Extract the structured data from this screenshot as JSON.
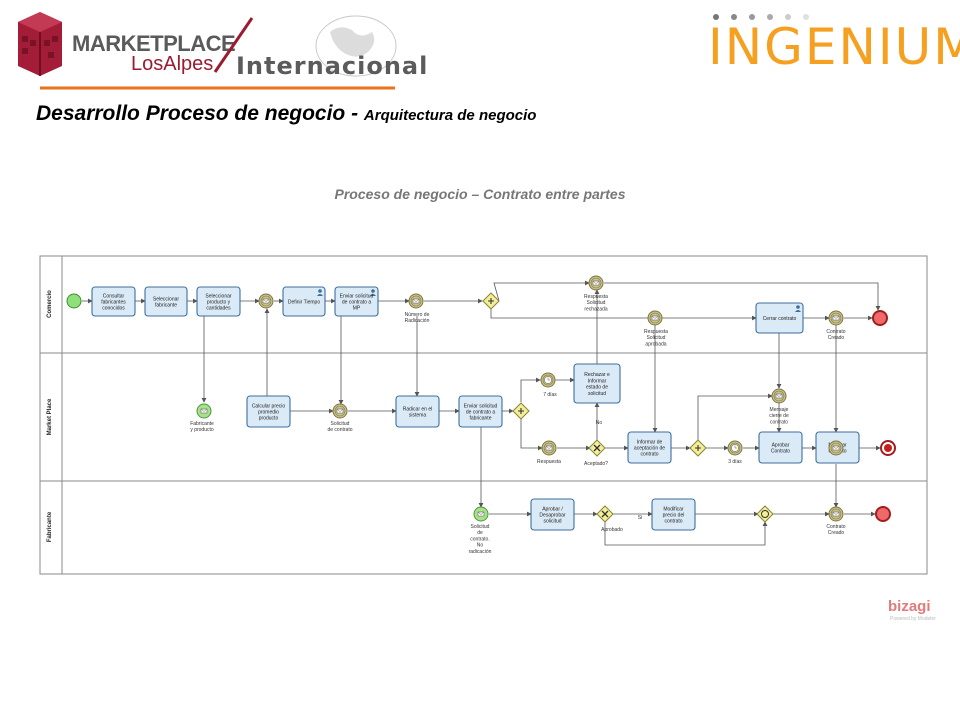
{
  "header": {
    "logo_left": {
      "line1": "MARKETPLACE",
      "line2": "LosAlpes",
      "tag": "Internacional"
    },
    "logo_right": {
      "word": "INGENIUM"
    }
  },
  "page": {
    "title": "Desarrollo Proceso de negocio - ",
    "title_sub": "Arquitectura  de negocio",
    "subtitle": "Proceso de negocio – Contrato entre partes"
  },
  "diagram": {
    "lanes": [
      "Comercio",
      "Market Place",
      "Fabricante"
    ],
    "tasks": {
      "consultar": [
        "Consultar",
        "fabricantes",
        "conocidos"
      ],
      "seleccionar_fab": [
        "Seleccionar",
        "fabricante"
      ],
      "seleccionar_prod": [
        "Seleccionar",
        "producto y",
        "cantidades"
      ],
      "definir": [
        "Definir Tiempo"
      ],
      "enviar_mp": [
        "Enviar solicitud",
        "de contrato a",
        "MP"
      ],
      "rechazar": [
        "Rechazar e",
        "Informar",
        "estado de",
        "solicitud"
      ],
      "cerrar": [
        "Cerrar contrato"
      ],
      "calcular": [
        "Calcular precio",
        "promedio",
        "producto"
      ],
      "radicar": [
        "Radicar en el",
        "sistema"
      ],
      "enviar_fab": [
        "Enviar solicitud",
        "de contrato a",
        "fabricante"
      ],
      "informar": [
        "Informar de",
        "aceptación de",
        "contrato"
      ],
      "aprobar_contrato": [
        "Aprobar",
        "Contrato"
      ],
      "notificar": [
        "Notificar",
        "contrato"
      ],
      "aprobar_desaprobar": [
        "Aprobar /",
        "Desaprobar",
        "solicitud"
      ],
      "modificar": [
        "Modificar",
        "precio del",
        "contrato"
      ]
    },
    "labels": {
      "numero_radicacion": [
        "Número de",
        "Radicación"
      ],
      "resp_rechazada": [
        "Respuesta",
        "Solicitud",
        "rechazada"
      ],
      "resp_aprobada": [
        "Respuesta",
        "Solicitud",
        "aprobada"
      ],
      "contrato_creado_top": [
        "Contrato",
        "Creado"
      ],
      "fabricante_producto": [
        "Fabricante",
        "y producto"
      ],
      "solicitud_contrato": [
        "Solicitud",
        "de contrato"
      ],
      "siete_dias": [
        "7 días"
      ],
      "respuesta": [
        "Respuesta"
      ],
      "aceptado": [
        "Aceptado?"
      ],
      "no": [
        "No"
      ],
      "tres_dias": [
        "3 días"
      ],
      "mensaje_cierre": [
        "Mensaje",
        "cierre de",
        "contrato"
      ],
      "solicitud_no_rad": [
        "Solicitud",
        "de",
        "contrato.",
        "No",
        "radicación"
      ],
      "aprobado": [
        "Aprobado"
      ],
      "si": [
        "Si"
      ],
      "contrato_creado_bottom": [
        "Contrato",
        "Creado"
      ]
    }
  },
  "footer": {
    "brand": "bizagi",
    "brand_small": "Powered by Modeler"
  },
  "colors": {
    "task_fill": "#dbeaf7",
    "task_stroke": "#3e6f9e",
    "intermediate": "#c9c28c",
    "gateway": "#f2ee9a",
    "start": "#8fe07a",
    "end": "#ee6a6a",
    "border": "#8a8a8a"
  }
}
